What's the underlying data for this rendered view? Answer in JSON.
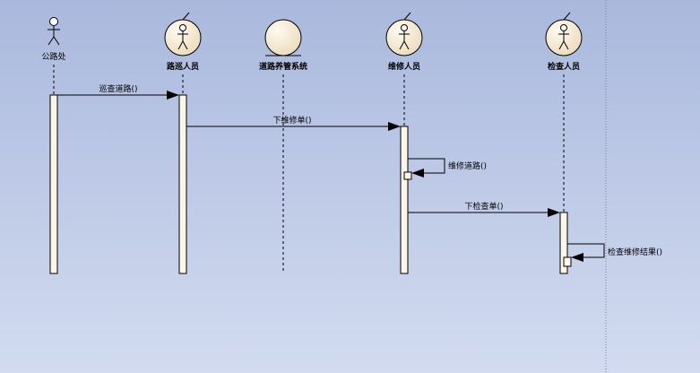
{
  "participants": {
    "road_office": {
      "label": "公路处",
      "type": "actor"
    },
    "patrol_staff": {
      "label": "路巡人员",
      "type": "boundary-actor"
    },
    "maintenance_system": {
      "label": "道路养管系统",
      "type": "entity"
    },
    "repair_staff": {
      "label": "维修人员",
      "type": "boundary-actor"
    },
    "inspection_staff": {
      "label": "检查人员",
      "type": "boundary-actor"
    }
  },
  "messages": {
    "m1": "巡查道路()",
    "m2": "下维修单()",
    "m3": "维修道路()",
    "m4": "下检查单()",
    "m5": "检查维修结果()"
  },
  "colors": {
    "background_top": "#a9b8dc",
    "background_bottom": "#d2dbef",
    "activation_fill": "#fdf5e6",
    "entity_fill": "#f4e8cf"
  }
}
